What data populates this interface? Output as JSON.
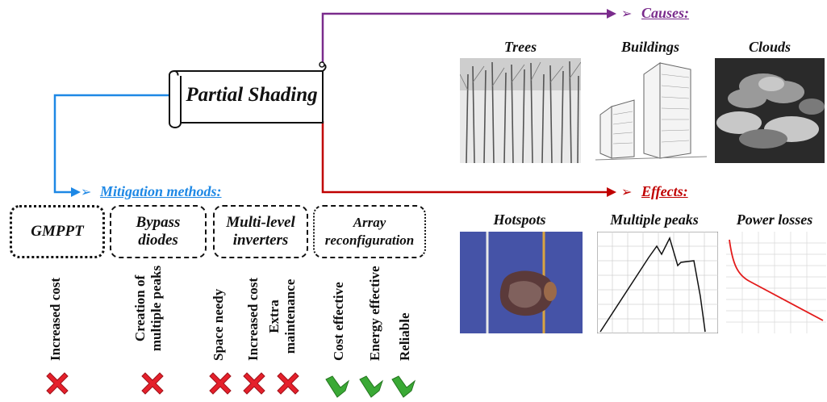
{
  "center": {
    "title": "Partial Shading"
  },
  "causes": {
    "header": "Causes:",
    "color": "#7a2b8c",
    "items": [
      {
        "label": "Trees"
      },
      {
        "label": "Buildings"
      },
      {
        "label": "Clouds"
      }
    ]
  },
  "effects": {
    "header": "Effects:",
    "color": "#c00000",
    "items": [
      {
        "label": "Hotspots"
      },
      {
        "label": "Multiple peaks"
      },
      {
        "label": "Power losses"
      }
    ]
  },
  "mitigation": {
    "header": "Mitigation methods:",
    "color": "#1e88e5",
    "methods": [
      {
        "label": "GMPPT"
      },
      {
        "label": "Bypass diodes"
      },
      {
        "label": "Multi-level inverters"
      },
      {
        "label": "Array reconfiguration"
      }
    ],
    "properties": [
      {
        "label": "Increased cost",
        "mark": "cross"
      },
      {
        "label": "Creation of multiple peaks",
        "mark": "cross"
      },
      {
        "label": "Space needy",
        "mark": "cross"
      },
      {
        "label": "Increased cost",
        "mark": "cross"
      },
      {
        "label": "Extra maintenance",
        "mark": "cross"
      },
      {
        "label": "Cost effective",
        "mark": "check"
      },
      {
        "label": "Energy effective",
        "mark": "check"
      },
      {
        "label": "Reliable",
        "mark": "check"
      }
    ]
  },
  "colors": {
    "cross": "#e5202b",
    "check": "#3aa935"
  }
}
